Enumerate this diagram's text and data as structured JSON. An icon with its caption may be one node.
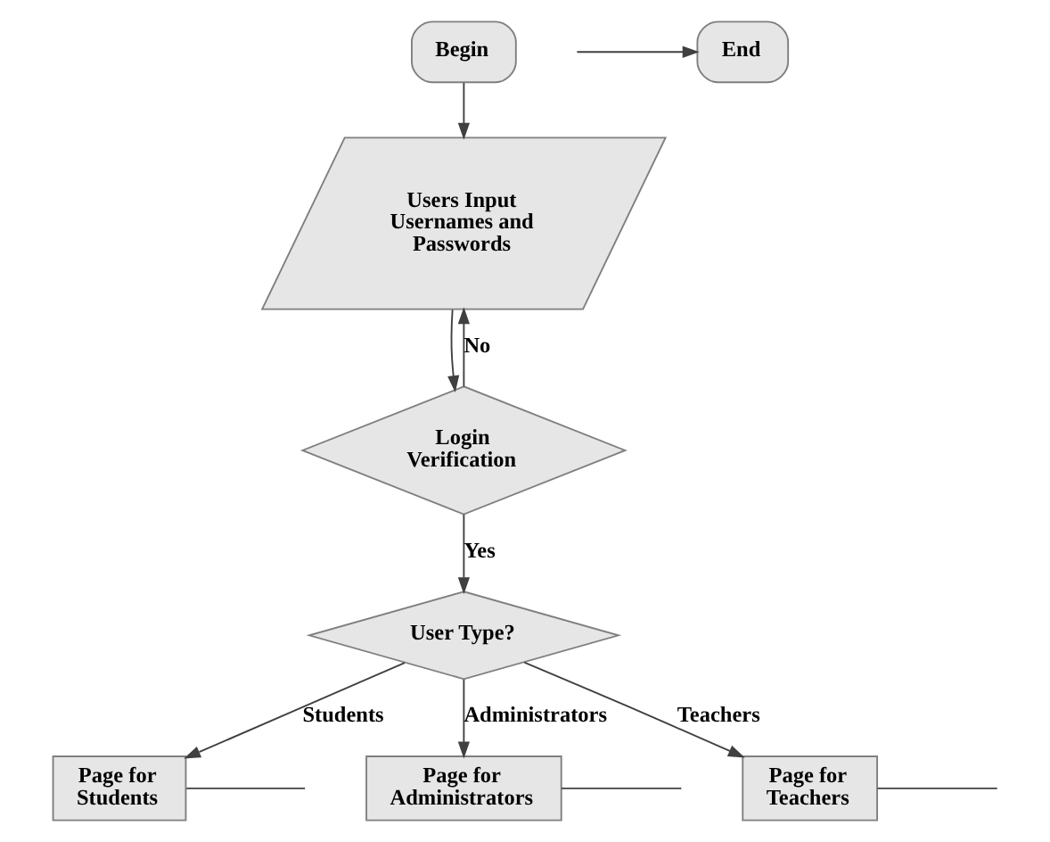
{
  "diagram": {
    "nodes": [
      {
        "text": [
          "Begin"
        ]
      },
      {
        "text": [
          "End"
        ]
      },
      {
        "text": [
          "Users Input Usernames and Passwords"
        ]
      },
      {
        "text": [
          "Login Verification"
        ]
      },
      {
        "text": [
          "User Type?"
        ]
      },
      {
        "text": [
          "Page for Students"
        ]
      },
      {
        "text": [
          "Page for Administrators"
        ]
      },
      {
        "text": [
          "Page for Teachers"
        ]
      }
    ],
    "edges": [
      {
        "from": 0,
        "to": 2,
        "arrow": "to"
      },
      {
        "from": 2,
        "to": 3,
        "arrow": "to"
      },
      {
        "from": 3,
        "to": 2,
        "label": "No",
        "arrow": "to"
      },
      {
        "from": 3,
        "to": 4,
        "label": "Yes",
        "arrow": "to"
      },
      {
        "from": 4,
        "to": 5,
        "label": "Students",
        "arrow": "to"
      },
      {
        "from": 4,
        "to": 6,
        "label": "Administrators",
        "arrow": "to"
      },
      {
        "from": 4,
        "to": 7,
        "label": "Teachers",
        "arrow": "to"
      },
      {
        "from": null,
        "to": 1,
        "arrow": "to"
      },
      {
        "from": 5,
        "to": null,
        "arrow": "none"
      },
      {
        "from": 6,
        "to": null,
        "arrow": "none"
      },
      {
        "from": 7,
        "to": null,
        "arrow": "none"
      }
    ]
  }
}
